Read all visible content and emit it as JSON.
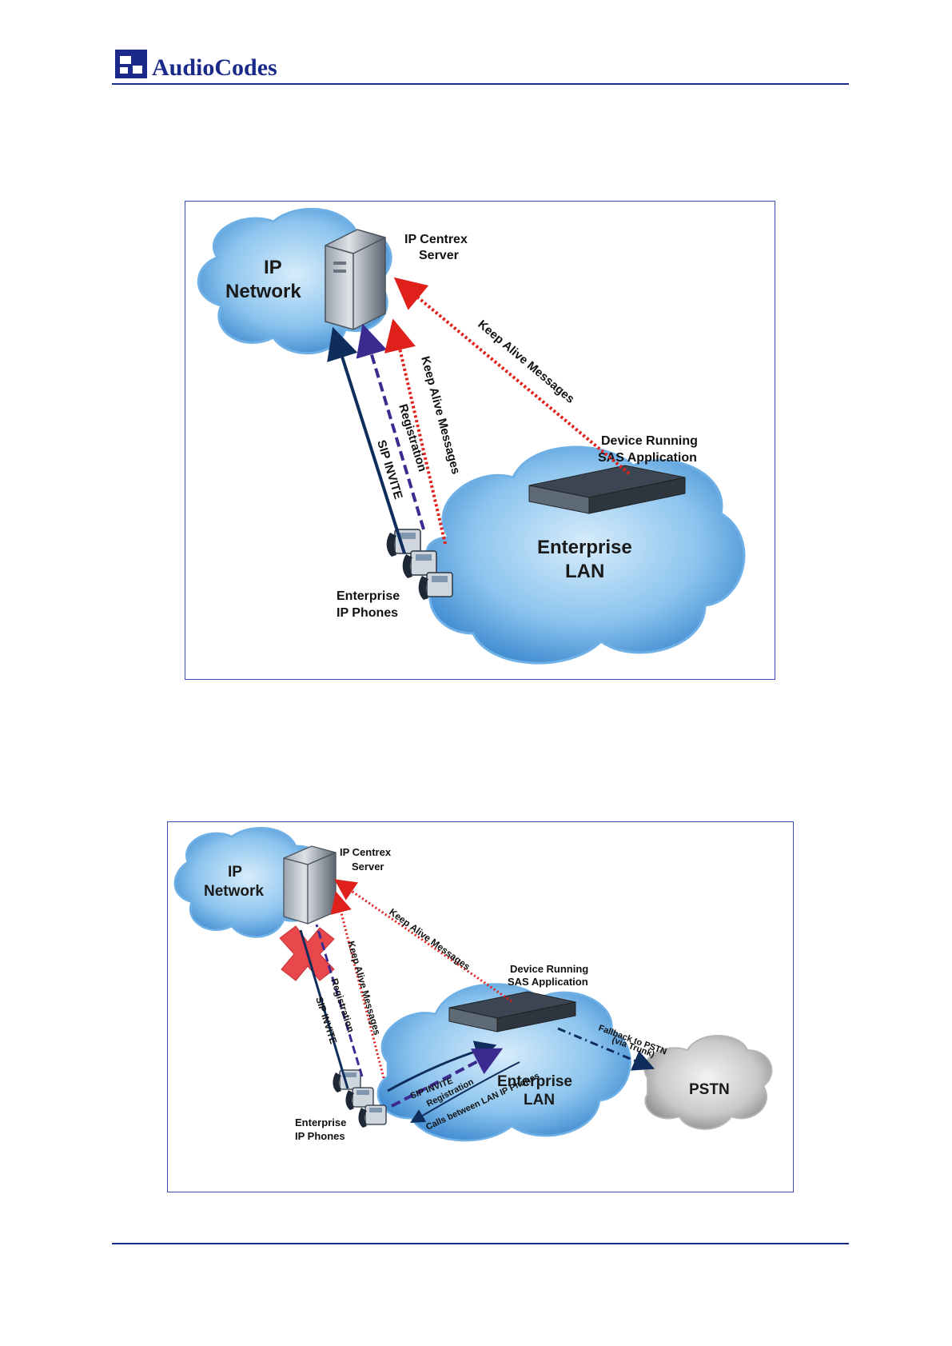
{
  "header": {
    "logo_text": "AudioCodes"
  },
  "figure1": {
    "ip_network": [
      "IP",
      "Network"
    ],
    "server": [
      "IP Centrex",
      "Server"
    ],
    "device": [
      "Device Running",
      "SAS Application"
    ],
    "lan": [
      "Enterprise",
      "LAN"
    ],
    "phones": [
      "Enterprise",
      "IP Phones"
    ],
    "sip_invite": "SIP INVITE",
    "registration": "Registration",
    "keep_alive_phones": "Keep Alive Messages",
    "keep_alive_device": "Keep Alive Messages"
  },
  "figure2": {
    "ip_network": [
      "IP",
      "Network"
    ],
    "server": [
      "IP Centrex",
      "Server"
    ],
    "device": [
      "Device Running",
      "SAS Application"
    ],
    "lan": [
      "Enterprise",
      "LAN"
    ],
    "phones": [
      "Enterprise",
      "IP Phones"
    ],
    "pstn": "PSTN",
    "sip_invite": "SIP INVITE",
    "registration": "Registration",
    "keep_alive_phones": "Keep Alive Messages",
    "keep_alive_device": "Keep Alive Messages",
    "lan_sip_invite": "SIP INVITE",
    "lan_registration": "Registration",
    "lan_calls": "Calls between LAN IP Phones",
    "fallback": [
      "Fallback to PSTN",
      "(via Trunk)"
    ]
  },
  "colors": {
    "keep_alive": "#e0201a",
    "registration": "#3b2a8f",
    "sip_invite": "#0f2d5c",
    "rule": "#1a2b8c"
  }
}
